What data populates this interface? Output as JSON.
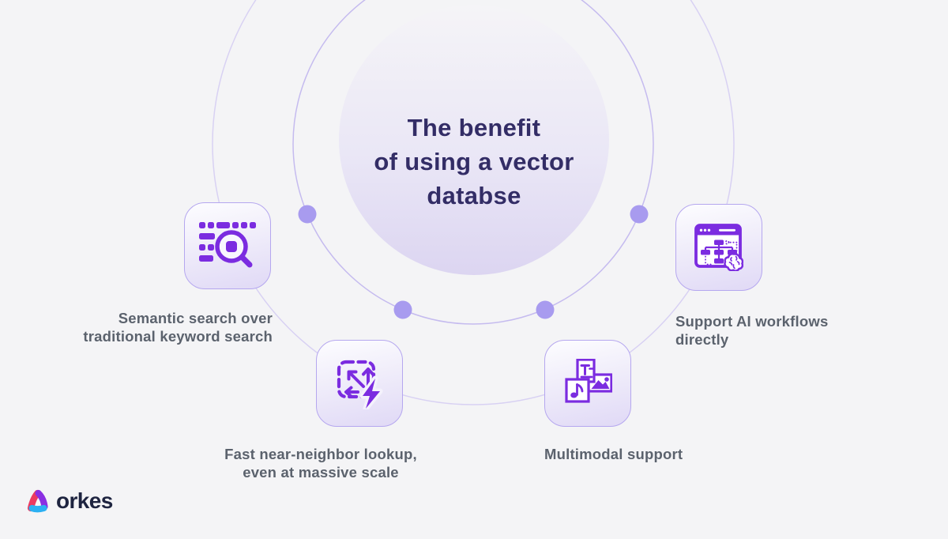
{
  "title": {
    "text": "The benefit\nof using a vector\ndatabse",
    "color": "#332d66"
  },
  "benefits": [
    {
      "id": "semantic-search",
      "icon": "list-search-magnifier-icon",
      "label": "Semantic search over\ntraditional keyword search"
    },
    {
      "id": "fast-lookup",
      "icon": "scale-arrows-lightning-icon",
      "label": "Fast near-neighbor lookup,\neven at massive scale"
    },
    {
      "id": "multimodal",
      "icon": "text-audio-image-tiles-icon",
      "label": "Multimodal support"
    },
    {
      "id": "ai-workflows",
      "icon": "browser-workflow-brain-icon",
      "label": "Support AI workflows\ndirectly"
    }
  ],
  "logo": {
    "text": "orkes",
    "mark": "orkes-triangle-mark-icon",
    "mark_colors": {
      "pink": "#ec3a60",
      "purple": "#8a2fe2",
      "blue": "#2bb0f2"
    }
  },
  "colors": {
    "background": "#f4f4f6",
    "accent_purple": "#7b2ce0",
    "card_border": "#b5a7ef",
    "ring_inner": "#c5bbef",
    "ring_outer": "#d8d1f3",
    "dot": "#a89bef",
    "center_circle_bottom": "#dcd5f1",
    "label_text": "#5b626d",
    "title_text": "#332d66"
  }
}
